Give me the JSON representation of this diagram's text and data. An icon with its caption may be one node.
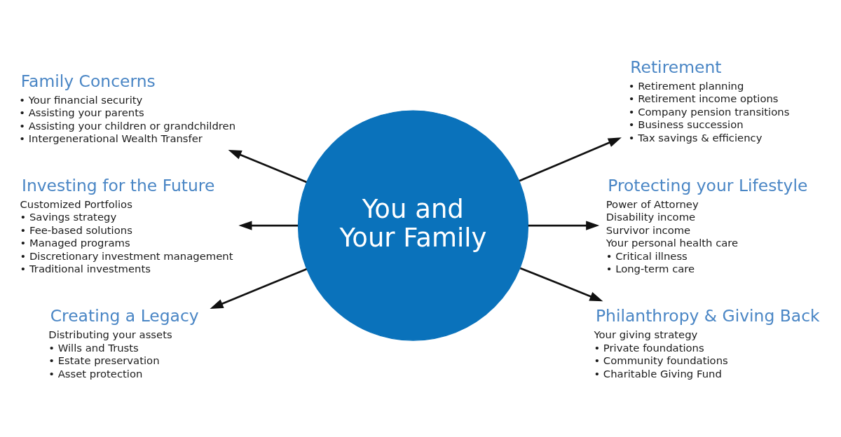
{
  "diagram": {
    "nodes": [
      {
        "text": [
          "You and Your Family"
        ]
      },
      {
        "text": [
          "Family Concerns",
          "• Your financial security",
          "• Assisting your parents",
          "• Assisting your children or grandchildren",
          "• Intergenerational Wealth Transfer"
        ]
      },
      {
        "text": [
          "Retirement",
          "• Retirement planning",
          "• Retirement income options",
          "• Company pension transitions",
          "• Business succession",
          "• Tax savings & efficiency"
        ]
      },
      {
        "text": [
          "Investing for the Future",
          "Customized Portfolios",
          "• Savings strategy",
          "• Fee-based solutions",
          "• Managed programs",
          "• Discretionary investment management",
          "• Traditional investments"
        ]
      },
      {
        "text": [
          "Protecting your Lifestyle",
          "Power of Attorney",
          "Disability income",
          "Survivor income",
          "Your personal health care",
          "• Critical illness",
          "• Long-term care"
        ]
      },
      {
        "text": [
          "Creating a Legacy",
          "Distributing your assets",
          "• Wills and Trusts",
          "• Estate preservation",
          "• Asset protection"
        ]
      },
      {
        "text": [
          "Philanthropy & Giving Back",
          "Your giving strategy",
          "• Private foundations",
          "• Community foundations",
          "• Charitable Giving Fund"
        ]
      }
    ],
    "edges": [
      {
        "from": 0,
        "to": 1,
        "arrow": "to"
      },
      {
        "from": 0,
        "to": 2,
        "arrow": "to"
      },
      {
        "from": 0,
        "to": 3,
        "arrow": "to"
      },
      {
        "from": 0,
        "to": 4,
        "arrow": "to"
      },
      {
        "from": 0,
        "to": 5,
        "arrow": "to"
      },
      {
        "from": 0,
        "to": 6,
        "arrow": "to"
      }
    ]
  }
}
